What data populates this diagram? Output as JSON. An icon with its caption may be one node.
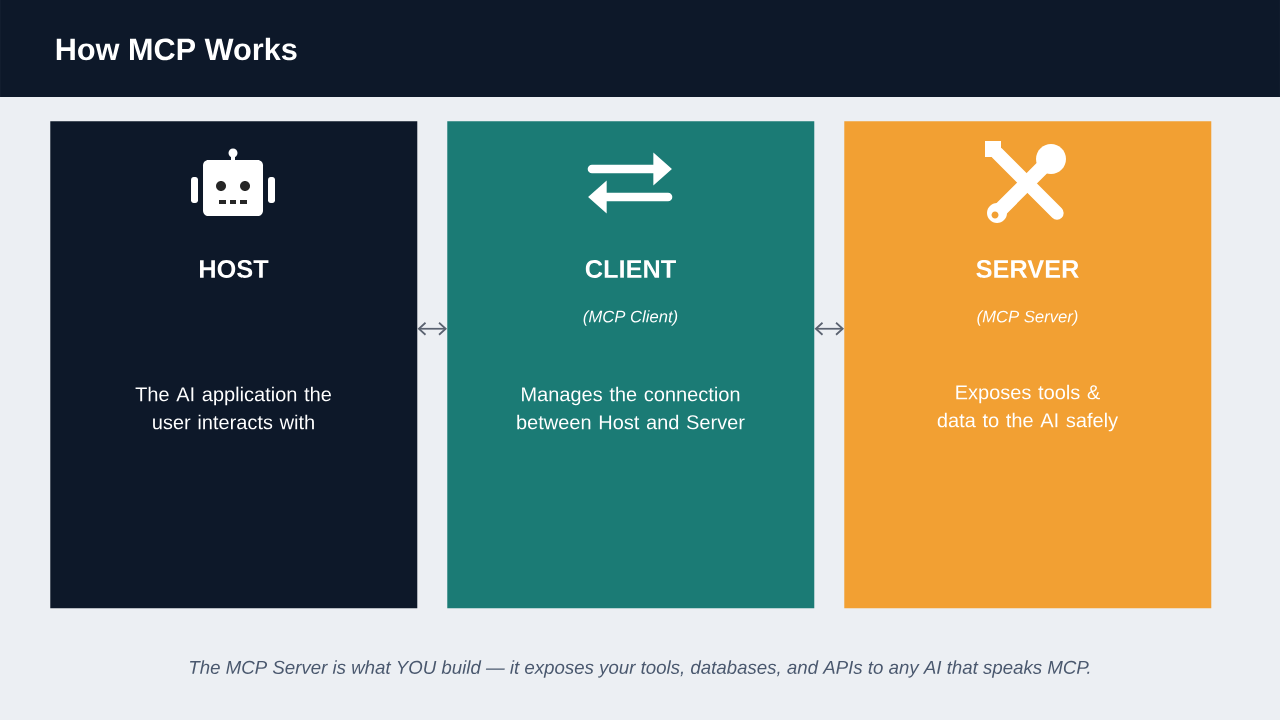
{
  "diagram": {
    "title": "How MCP Works",
    "caption": "The MCP Server is what YOU build — it exposes your tools, databases, and APIs to any AI that speaks MCP.",
    "nodes": [
      {
        "text": [
          "HOST",
          "The AI application the user interacts with"
        ]
      },
      {
        "text": [
          "CLIENT",
          "(MCP Client)",
          "Manages the connection between Host and Server"
        ]
      },
      {
        "text": [
          "SERVER",
          "(MCP Server)",
          "Exposes tools & data to the AI safely"
        ]
      }
    ],
    "edges": [
      {
        "from": 0,
        "to": 1,
        "arrow": "both"
      },
      {
        "from": 1,
        "to": 2,
        "arrow": "both"
      }
    ]
  }
}
